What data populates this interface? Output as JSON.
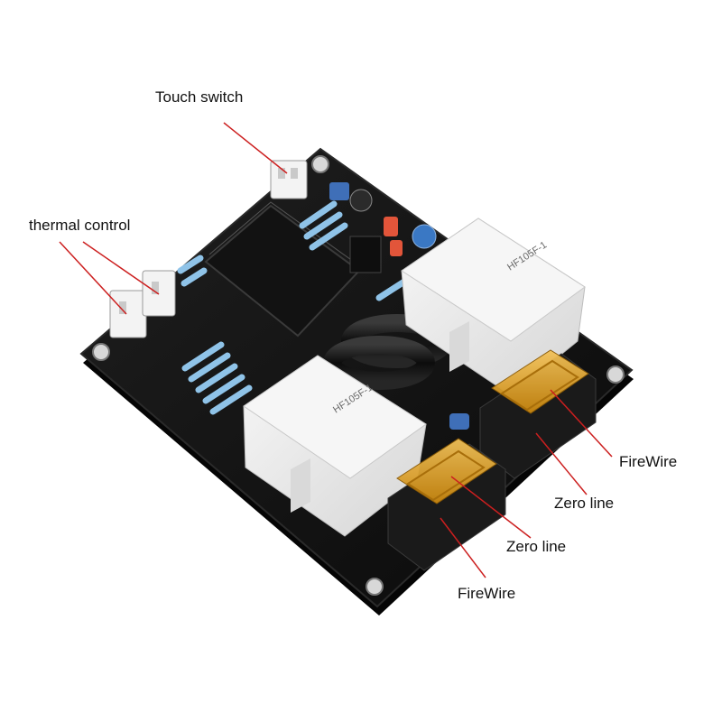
{
  "labels": {
    "touch_switch": "Touch switch",
    "thermal_control": "thermal control",
    "firewire_right": "FireWire",
    "zero_line_upper": "Zero line",
    "zero_line_lower": "Zero line",
    "firewire_bottom": "FireWire"
  },
  "colors": {
    "pointer": "#cc1f1f",
    "board": "#111111",
    "relay": "#ececec",
    "fuse": "#e0a020"
  }
}
